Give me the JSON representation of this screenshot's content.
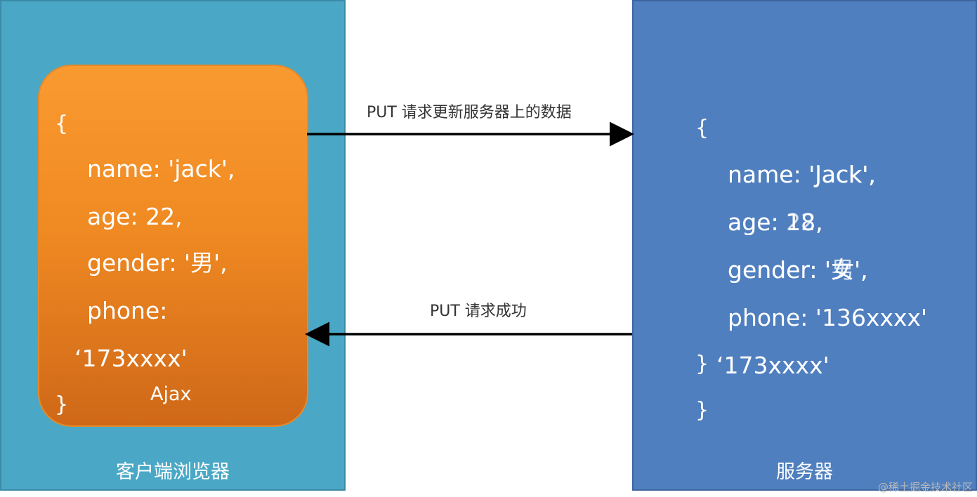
{
  "client": {
    "label": "客户端浏览器",
    "card": {
      "open_brace": "{",
      "lines": [
        "name: 'jack',",
        "age: 22,",
        "gender: '男',",
        "phone:",
        "‘173xxxx'"
      ],
      "close_brace": "}",
      "label": "Ajax"
    }
  },
  "server": {
    "label": "服务器",
    "open_brace": "{",
    "lines": [
      "name: 'Jack',",
      "age: 18,",
      "gender: '女',",
      "phone: '136xxxx'"
    ],
    "overlay": {
      "name": "name: 'jack',",
      "age": "age: 22,",
      "gender": "gender: '男',"
    },
    "close_brace_inline": "}",
    "phone_update": "‘173xxxx'",
    "close_brace": "}"
  },
  "requests": {
    "put_request": "PUT 请求更新服务器上的数据",
    "put_response": "PUT 请求成功"
  },
  "watermark": "@稀土掘金技术社区",
  "colors": {
    "client_bg": "#4aa8c6",
    "server_bg": "#4f7fbf",
    "card_orange": "#f08a22",
    "arrow": "#000000"
  }
}
